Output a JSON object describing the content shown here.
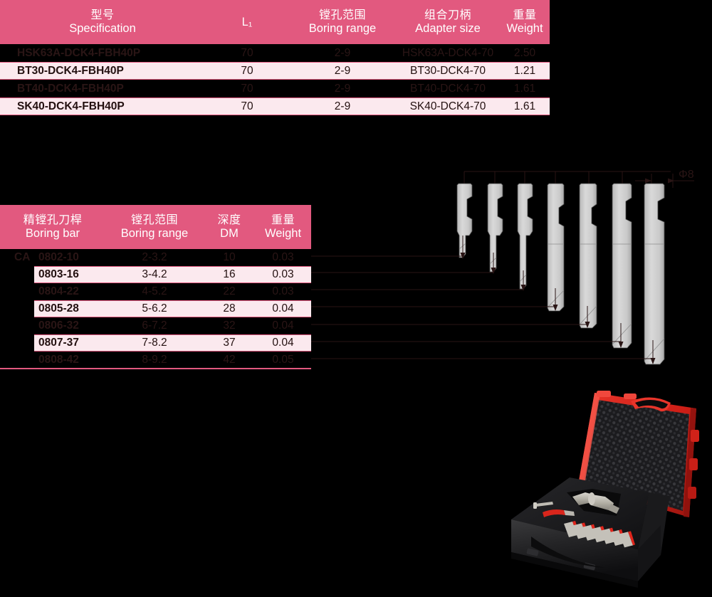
{
  "page": {
    "background_color": "#000000",
    "accent_pink": "#e2597f",
    "band_pink": "#fbe9ee"
  },
  "spec_table": {
    "name": "adapter-specification-table",
    "columns": [
      {
        "cn": "型号",
        "en": "Specification"
      },
      {
        "cn": "",
        "en": "L₁"
      },
      {
        "cn": "镗孔范围",
        "en": "Boring range"
      },
      {
        "cn": "组合刀柄",
        "en": "Adapter size"
      },
      {
        "cn": "重量",
        "en": "Weight"
      }
    ],
    "rows": [
      {
        "spec": "HSK63A-DCK4-FBH40P",
        "l1": "70",
        "range": "2-9",
        "adapter": "HSK63A-DCK4-70",
        "weight": "2.50"
      },
      {
        "spec": "BT30-DCK4-FBH40P",
        "l1": "70",
        "range": "2-9",
        "adapter": "BT30-DCK4-70",
        "weight": "1.21"
      },
      {
        "spec": "BT40-DCK4-FBH40P",
        "l1": "70",
        "range": "2-9",
        "adapter": "BT40-DCK4-70",
        "weight": "1.61"
      },
      {
        "spec": "SK40-DCK4-FBH40P",
        "l1": "70",
        "range": "2-9",
        "adapter": "SK40-DCK4-70",
        "weight": "1.61"
      }
    ]
  },
  "bar_table": {
    "name": "boring-bar-table",
    "series_prefix": "CA",
    "columns": [
      {
        "cn": "精镗孔刀桿",
        "en": "Boring bar"
      },
      {
        "cn": "镗孔范围",
        "en": "Boring range"
      },
      {
        "cn": "深度",
        "en": "DM"
      },
      {
        "cn": "重量",
        "en": "Weight"
      }
    ],
    "rows": [
      {
        "bar": "0802-10",
        "range": "2-3.2",
        "dm": "10",
        "weight": "0.03"
      },
      {
        "bar": "0803-16",
        "range": "3-4.2",
        "dm": "16",
        "weight": "0.03"
      },
      {
        "bar": "0804-22",
        "range": "4-5.2",
        "dm": "22",
        "weight": "0.03"
      },
      {
        "bar": "0805-28",
        "range": "5-6.2",
        "dm": "28",
        "weight": "0.04"
      },
      {
        "bar": "0806-32",
        "range": "6-7.2",
        "dm": "32",
        "weight": "0.04"
      },
      {
        "bar": "0807-37",
        "range": "7-8.2",
        "dm": "37",
        "weight": "0.04"
      },
      {
        "bar": "0808-42",
        "range": "8-9.2",
        "dm": "42",
        "weight": "0.05"
      }
    ]
  },
  "drawing": {
    "name": "boring-bar-dimension-drawing",
    "diameter_label": "Φ8",
    "bar_count": 7
  },
  "photo": {
    "name": "tool-case-product-photo",
    "description": "Black plastic carrying case with red lid, foam insert, adapter and boring bar set"
  }
}
